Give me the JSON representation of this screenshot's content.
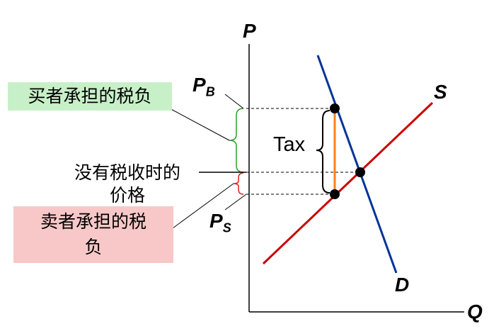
{
  "diagram": {
    "axes": {
      "y_label": "P",
      "x_label": "Q"
    },
    "curves": {
      "supply_label": "S",
      "demand_label": "D"
    },
    "prices": {
      "buyer_label": "P",
      "buyer_sub": "B",
      "seller_label": "P",
      "seller_sub": "S"
    },
    "tax_label": "Tax",
    "annotations": {
      "buyer_burden": "买者承担的税负",
      "no_tax_price_line1": "没有税收时的",
      "no_tax_price_line2": "价格",
      "seller_burden_line1": "卖者承担的税",
      "seller_burden_line2": "负"
    },
    "colors": {
      "supply": "#cc0000",
      "demand": "#003399",
      "tax_segment": "#ff7f1a",
      "buyer_bracket": "#2e9e2e",
      "seller_bracket": "#e02020",
      "buyer_box_bg": "#c8f0c8",
      "seller_box_bg": "#f8c8c8"
    }
  }
}
